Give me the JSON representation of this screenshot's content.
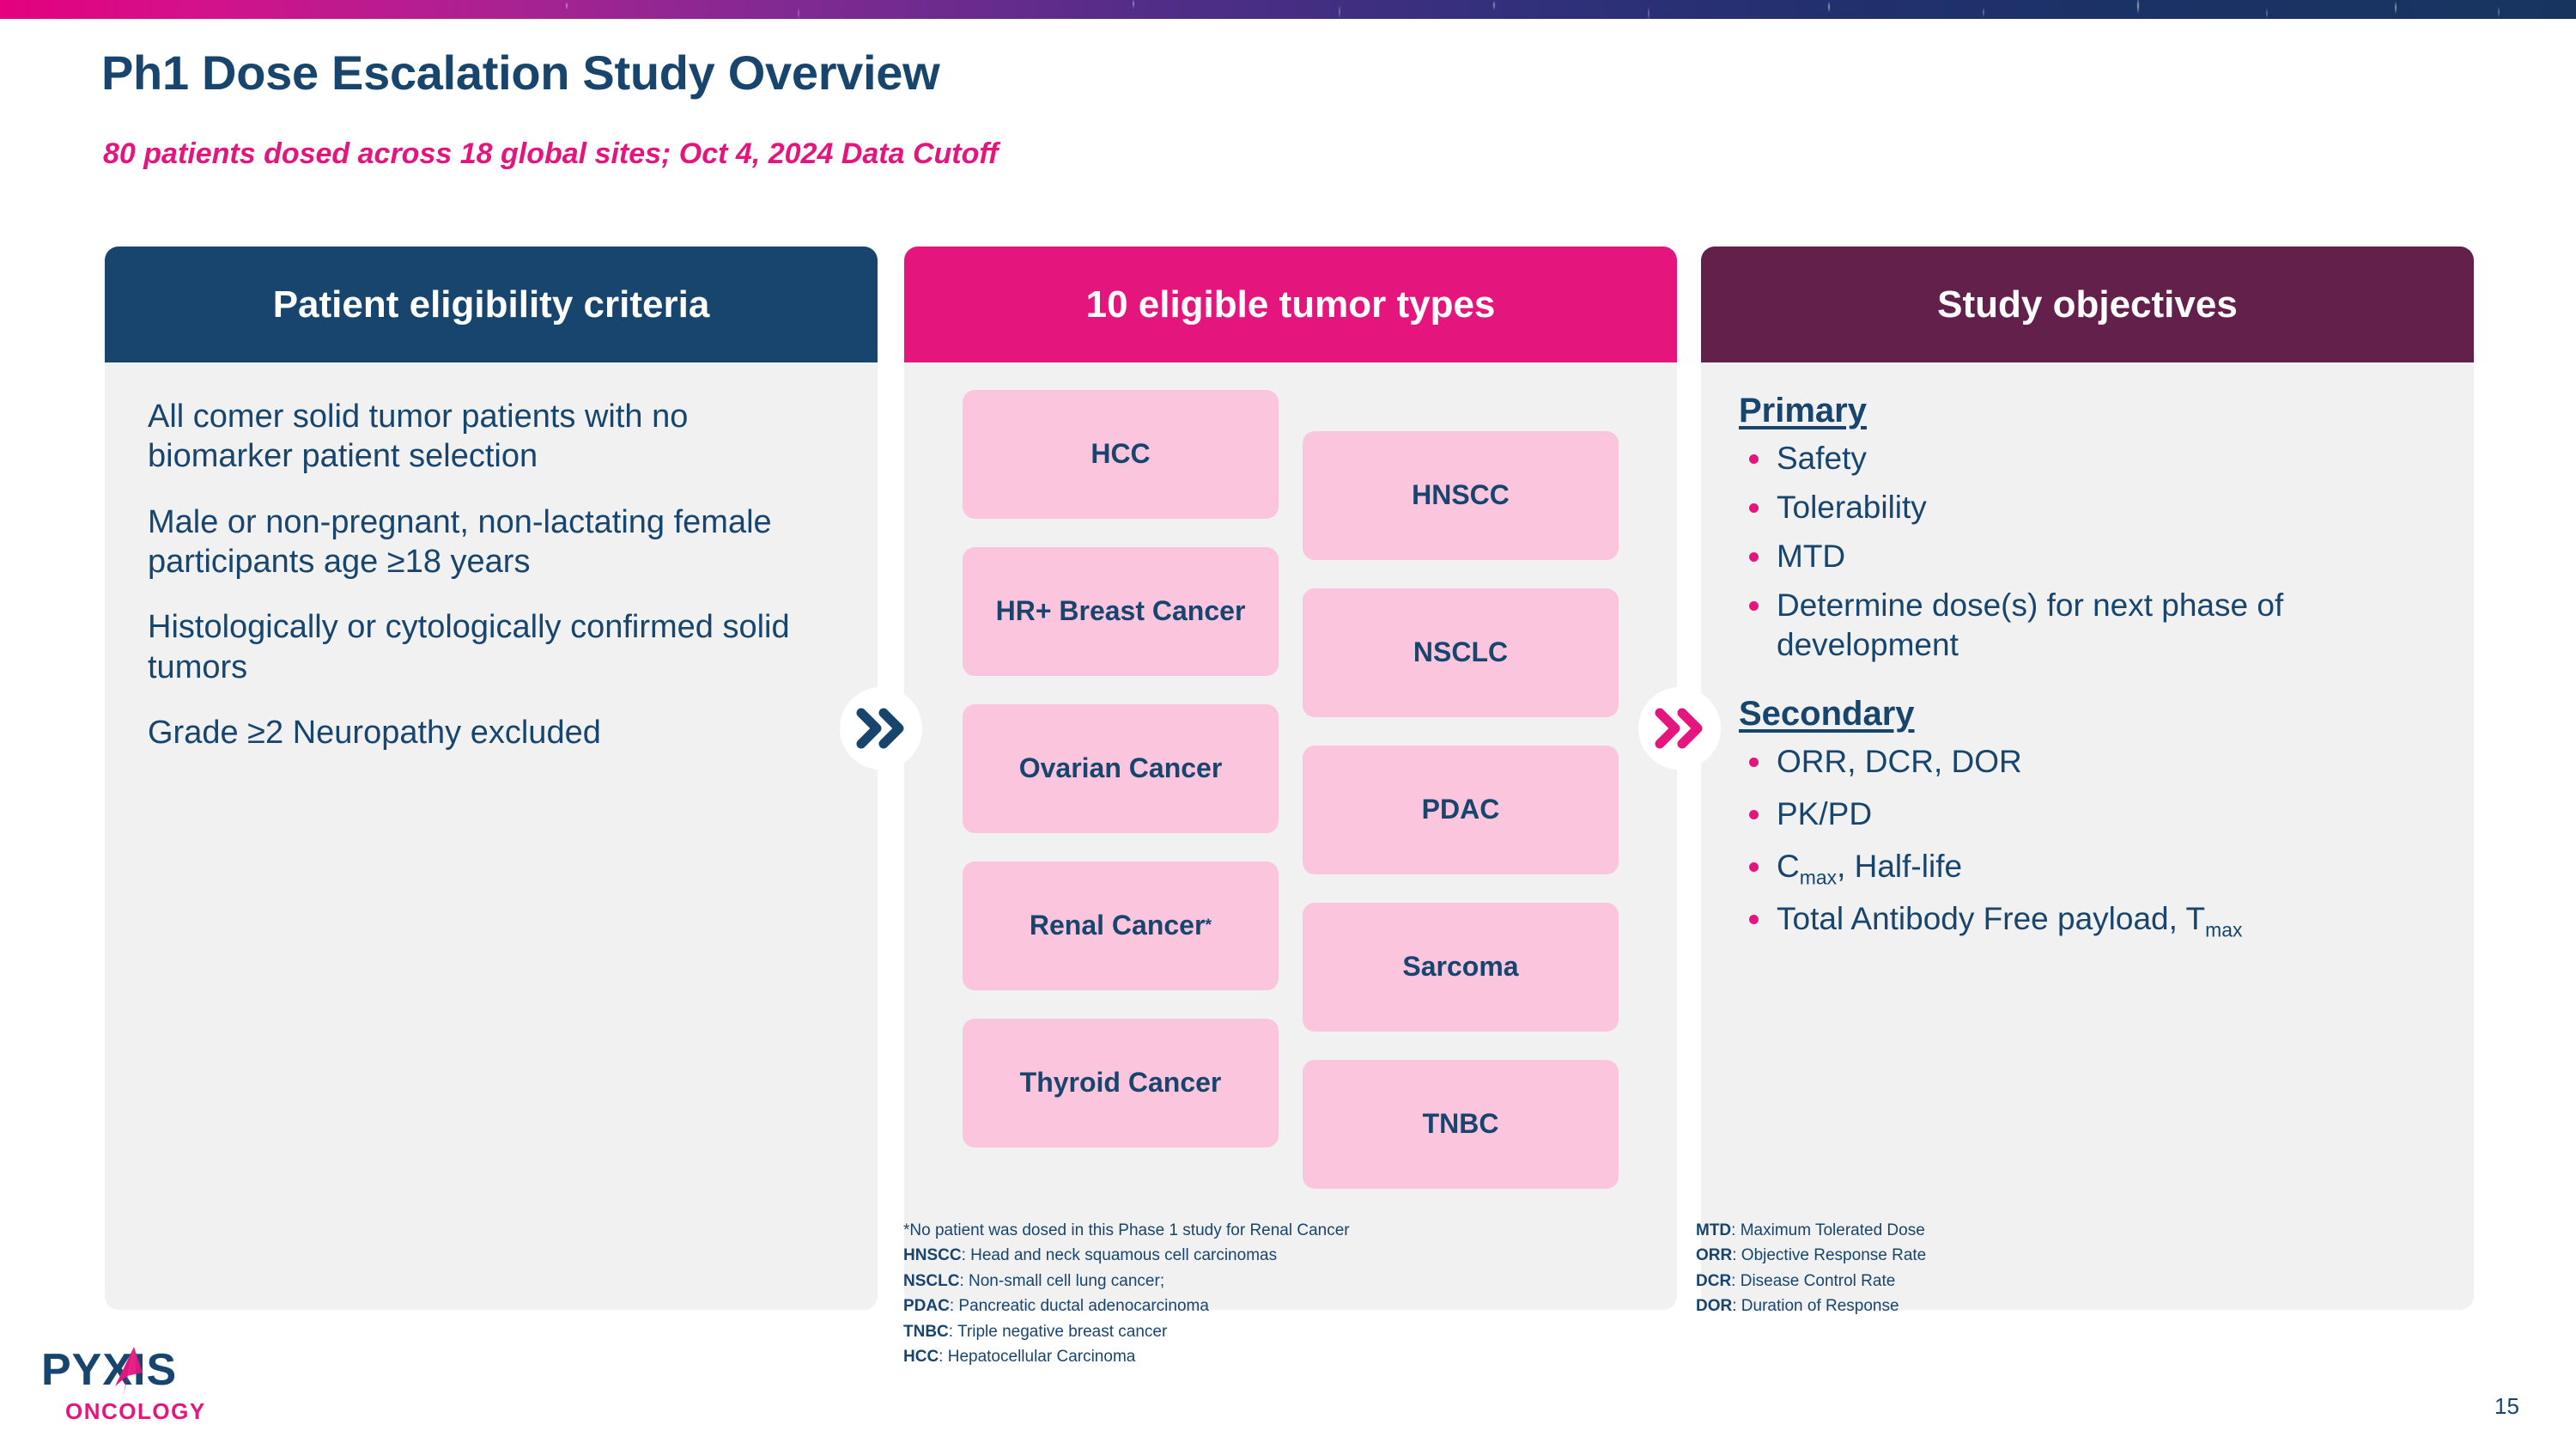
{
  "banner": {
    "gradient_from": "#E5007E",
    "gradient_to": "#17345F"
  },
  "header": {
    "title": "Ph1 Dose Escalation Study Overview",
    "subtitle": "80 patients dosed across 18 global sites; Oct 4, 2024 Data Cutoff",
    "title_color": "#17456E",
    "subtitle_color": "#E5157E"
  },
  "cards": {
    "eligibility": {
      "heading": "Patient eligibility criteria",
      "header_color": "#17456E",
      "items": [
        "All comer solid tumor patients with no biomarker patient selection",
        "Male or non-pregnant, non-lactating female participants age ≥18 years",
        "Histologically or cytologically confirmed solid tumors",
        "Grade ≥2 Neuropathy excluded"
      ]
    },
    "tumors": {
      "heading": "10 eligible tumor types",
      "header_color": "#E5157E",
      "box_color": "#FBC6DD",
      "left_column": [
        {
          "label": "HCC",
          "footnote_marker": ""
        },
        {
          "label": "HR+ Breast Cancer",
          "footnote_marker": ""
        },
        {
          "label": "Ovarian Cancer",
          "footnote_marker": ""
        },
        {
          "label": "Renal Cancer",
          "footnote_marker": "*"
        },
        {
          "label": "Thyroid Cancer",
          "footnote_marker": ""
        }
      ],
      "right_column": [
        {
          "label": "HNSCC",
          "footnote_marker": ""
        },
        {
          "label": "NSCLC",
          "footnote_marker": ""
        },
        {
          "label": "PDAC",
          "footnote_marker": ""
        },
        {
          "label": "Sarcoma",
          "footnote_marker": ""
        },
        {
          "label": "TNBC",
          "footnote_marker": ""
        }
      ]
    },
    "objectives": {
      "heading": "Study objectives",
      "header_color": "#63204B",
      "primary_label": "Primary",
      "primary_items": [
        "Safety",
        "Tolerability",
        "MTD",
        "Determine dose(s) for next phase of development"
      ],
      "secondary_label": "Secondary",
      "secondary_items": [
        {
          "prefix": "ORR, DCR, DOR",
          "sub": "",
          "suffix": ""
        },
        {
          "prefix": "PK/PD",
          "sub": "",
          "suffix": ""
        },
        {
          "prefix": "C",
          "sub": "max",
          "suffix": ", Half-life"
        },
        {
          "prefix": "Total Antibody Free payload, T",
          "sub": "max",
          "suffix": ""
        }
      ]
    }
  },
  "connectors": [
    {
      "name": "chevron-navy",
      "color": "#17456E"
    },
    {
      "name": "chevron-pink",
      "color": "#E5157E"
    }
  ],
  "footnotes": {
    "tumors": [
      {
        "term": "",
        "text": "*No patient was dosed in this Phase 1 study for Renal Cancer"
      },
      {
        "term": "HNSCC",
        "text": ": Head and neck squamous cell carcinomas"
      },
      {
        "term": "NSCLC",
        "text": ": Non-small cell lung cancer;"
      },
      {
        "term": "PDAC",
        "text": ": Pancreatic ductal adenocarcinoma"
      },
      {
        "term": "TNBC",
        "text": ": Triple negative breast cancer"
      },
      {
        "term": "HCC",
        "text": ": Hepatocellular Carcinoma"
      }
    ],
    "objectives": [
      {
        "term": "MTD",
        "text": ": Maximum Tolerated Dose"
      },
      {
        "term": "ORR",
        "text": ": Objective Response Rate"
      },
      {
        "term": "DCR",
        "text": ": Disease Control Rate"
      },
      {
        "term": "DOR",
        "text": ": Duration of Response"
      }
    ]
  },
  "logo": {
    "word_mark": "PYXIS",
    "sub_mark": "ONCOLOGY",
    "navy": "#17456E",
    "pink": "#E5157E"
  },
  "page_number": "15"
}
